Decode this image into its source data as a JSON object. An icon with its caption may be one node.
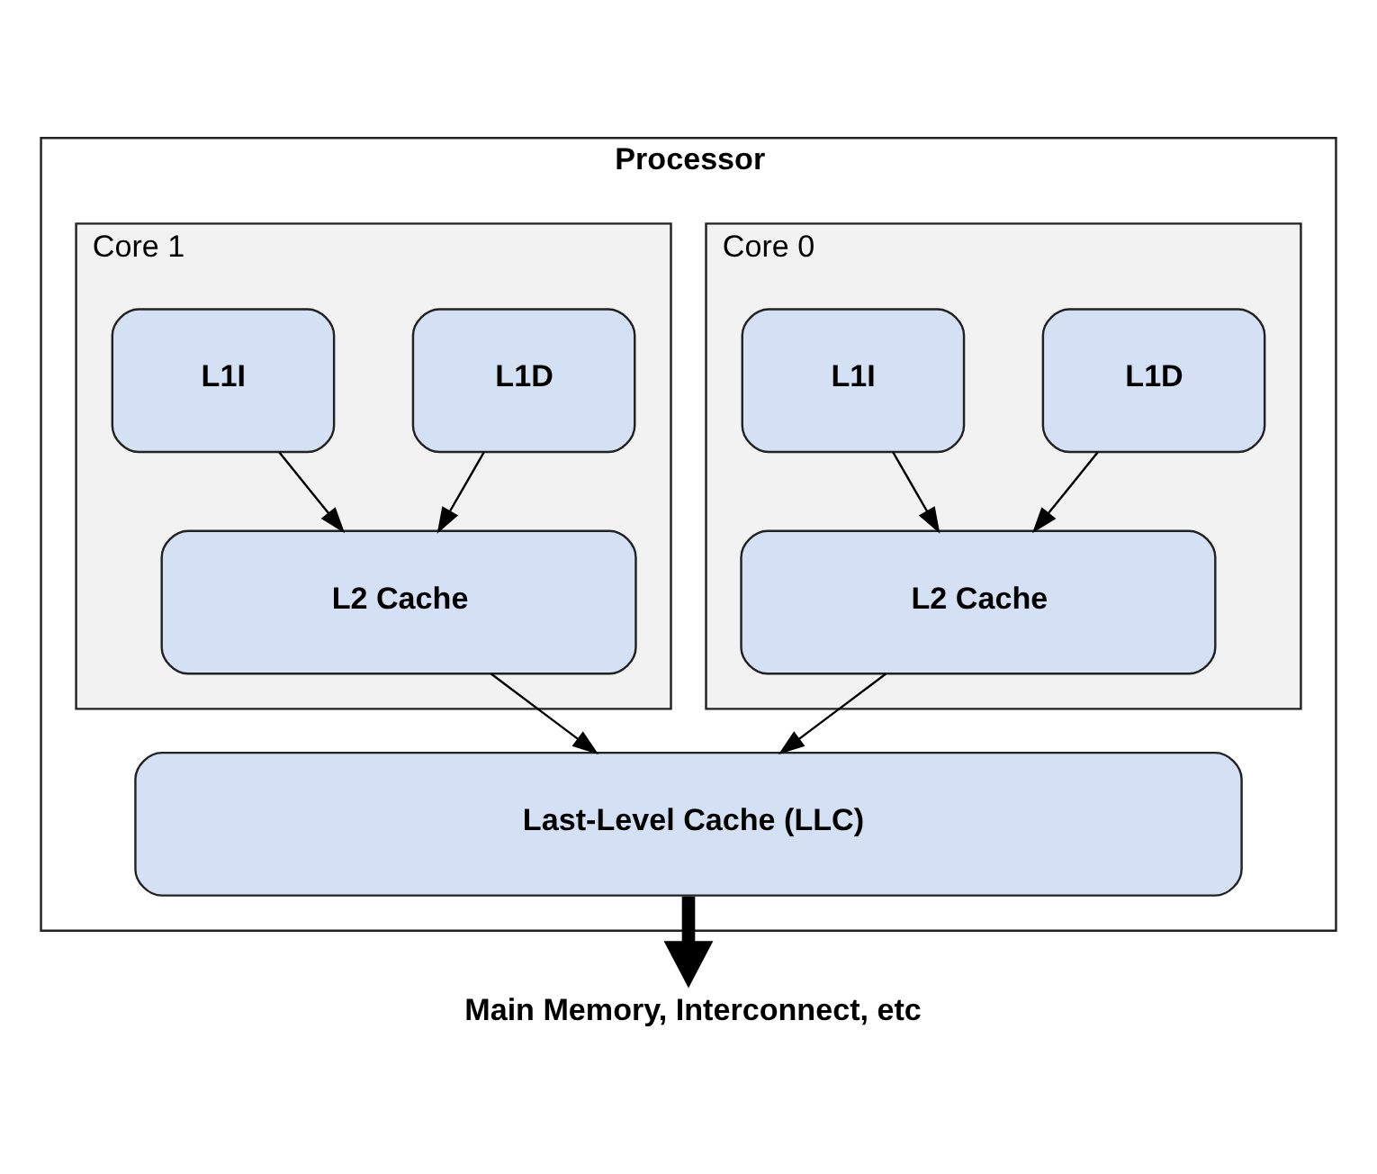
{
  "diagram": {
    "nodes": [
      {
        "text": [
          "Processor"
        ]
      },
      {
        "text": [
          "Core 0"
        ],
        "in": 0
      },
      {
        "text": [
          "L1D"
        ],
        "in": 1
      },
      {
        "text": [
          "L1I"
        ],
        "in": 1
      },
      {
        "text": [
          "L2 Cache"
        ],
        "in": 1
      },
      {
        "text": [
          "Core 1"
        ],
        "in": 0
      },
      {
        "text": [
          "L1D"
        ],
        "in": 5
      },
      {
        "text": [
          "L1I"
        ],
        "in": 5
      },
      {
        "text": [
          "L2 Cache"
        ],
        "in": 5
      },
      {
        "text": [
          "Last-Level Cache (LLC)"
        ],
        "in": 0
      },
      {
        "text": [
          "Main Memory, Interconnect, etc"
        ]
      }
    ],
    "edges": [
      {
        "from": 2,
        "to": 4,
        "arrow": "to"
      },
      {
        "from": 3,
        "to": 4,
        "arrow": "to"
      },
      {
        "from": 6,
        "to": 8,
        "arrow": "to"
      },
      {
        "from": 7,
        "to": 8,
        "arrow": "to"
      },
      {
        "from": 4,
        "to": 9,
        "arrow": "to"
      },
      {
        "from": 8,
        "to": 9,
        "arrow": "to"
      },
      {
        "from": 9,
        "to": 10,
        "arrow": "to",
        "style": "thick"
      }
    ]
  }
}
